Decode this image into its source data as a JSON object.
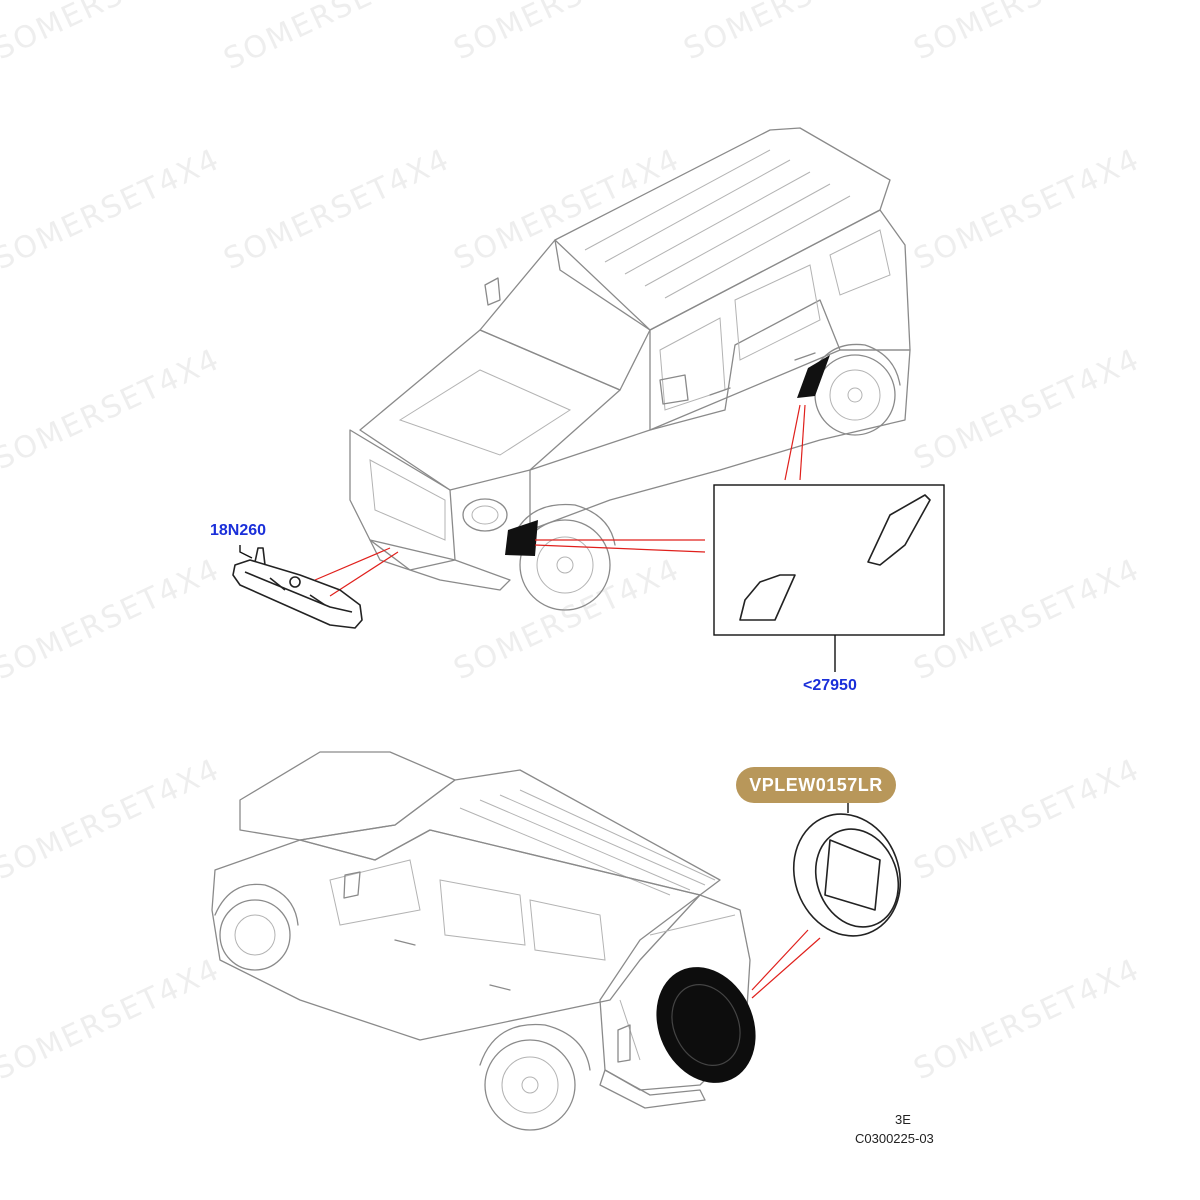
{
  "callouts": {
    "grille_part": "18N260",
    "wheel_arch_trim": "<27950",
    "spare_wheel_cover": "VPLEW0157LR"
  },
  "footer": {
    "sheet": "3E",
    "diagram_code": "C0300225-03"
  },
  "watermark": "SOMERSET4X4",
  "colors": {
    "callout_blue": "#1a2fd9",
    "badge_gold": "#b8975a",
    "leader_red": "#e0201c"
  }
}
